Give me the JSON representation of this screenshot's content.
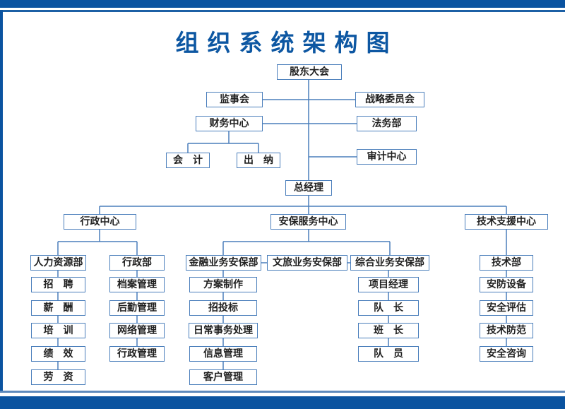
{
  "title": "组织系统架构图",
  "colors": {
    "title_text": "#0d57a2",
    "frame_band": "#0a53a0",
    "box_border": "#4a7ebb",
    "connector_line": "#4a7ebb",
    "box_text": "#212121",
    "background": "#ffffff"
  },
  "nodes": {
    "shareholders": "股东大会",
    "supervisory": "监事会",
    "strategy": "战略委员会",
    "finance_center": "财务中心",
    "legal": "法务部",
    "accounting": "会　计",
    "cashier": "出　纳",
    "audit": "审计中心",
    "gm": "总经理",
    "admin_center": "行政中心",
    "security_center": "安保服务中心",
    "tech_center": "技术支援中心",
    "hr": "人力资源部",
    "admin_dept": "行政部",
    "fin_sec": "金融业务安保部",
    "cul_sec": "文旅业务安保部",
    "gen_sec": "综合业务安保部",
    "tech_dept": "技术部",
    "recruit": "招　聘",
    "salary": "薪　酬",
    "training": "培　训",
    "performance": "绩　效",
    "labor": "劳　资",
    "archives": "档案管理",
    "logistics": "后勤管理",
    "network": "网络管理",
    "admin_mgmt": "行政管理",
    "proposal": "方案制作",
    "bidding": "招投标",
    "daily": "日常事务处理",
    "info": "信息管理",
    "customer": "客户管理",
    "project_mgr": "项目经理",
    "captain": "队　长",
    "squad_leader": "班　长",
    "member": "队　员",
    "equipment": "安防设备",
    "assessment": "安全评估",
    "prevention": "技术防范",
    "consulting": "安全咨询"
  }
}
